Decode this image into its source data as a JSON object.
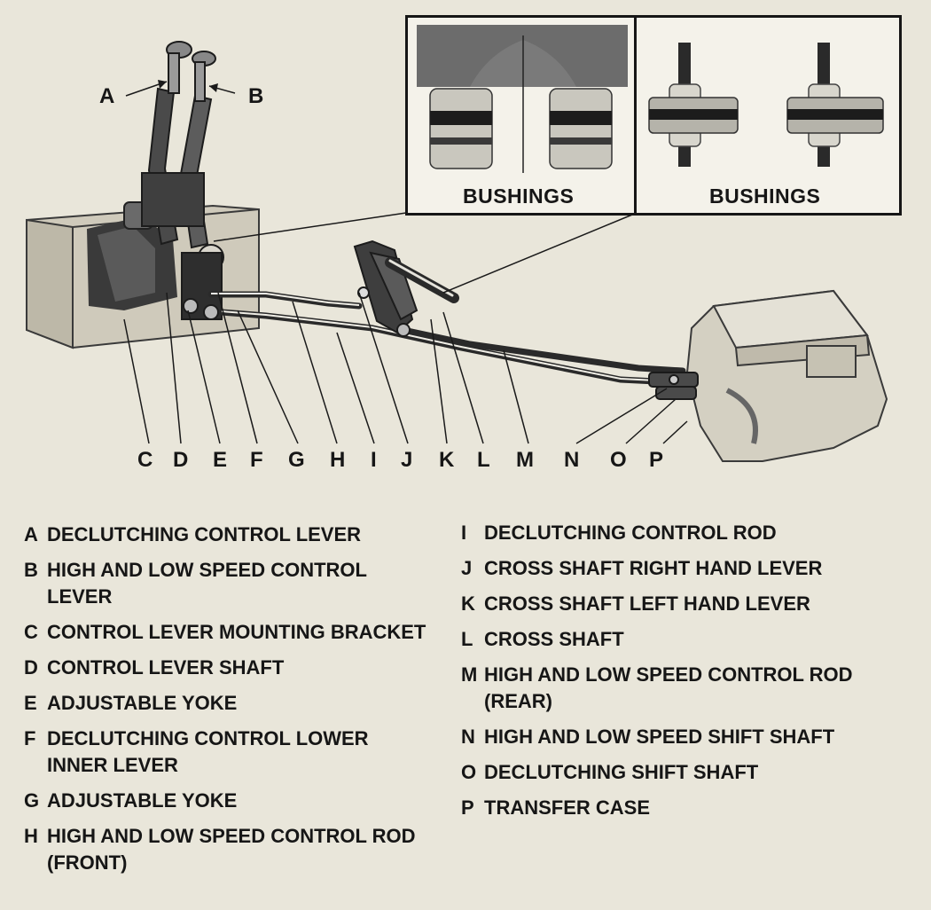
{
  "inset": {
    "label_left": "BUSHINGS",
    "label_right": "BUSHINGS"
  },
  "callouts": {
    "A": "A",
    "B": "B"
  },
  "bottom_letters": [
    "C",
    "D",
    "E",
    "F",
    "G",
    "H",
    "I",
    "J",
    "K",
    "L",
    "M",
    "N",
    "O",
    "P"
  ],
  "legend_left": [
    {
      "key": "A",
      "text": "DECLUTCHING CONTROL LEVER"
    },
    {
      "key": "B",
      "text": "HIGH AND LOW SPEED CONTROL LEVER"
    },
    {
      "key": "C",
      "text": "CONTROL LEVER MOUNTING BRACKET"
    },
    {
      "key": "D",
      "text": "CONTROL LEVER SHAFT"
    },
    {
      "key": "E",
      "text": "ADJUSTABLE YOKE"
    },
    {
      "key": "F",
      "text": "DECLUTCHING CONTROL LOWER INNER LEVER"
    },
    {
      "key": "G",
      "text": "ADJUSTABLE YOKE"
    },
    {
      "key": "H",
      "text": "HIGH AND LOW SPEED CONTROL ROD (FRONT)"
    }
  ],
  "legend_right": [
    {
      "key": "I",
      "text": "DECLUTCHING CONTROL ROD"
    },
    {
      "key": "J",
      "text": "CROSS SHAFT RIGHT HAND LEVER"
    },
    {
      "key": "K",
      "text": "CROSS SHAFT LEFT HAND LEVER"
    },
    {
      "key": "L",
      "text": "CROSS SHAFT"
    },
    {
      "key": "M",
      "text": "HIGH AND LOW SPEED CONTROL ROD (REAR)"
    },
    {
      "key": "N",
      "text": "HIGH AND LOW SPEED SHIFT SHAFT"
    },
    {
      "key": "O",
      "text": "DECLUTCHING SHIFT SHAFT"
    },
    {
      "key": "P",
      "text": "TRANSFER CASE"
    }
  ]
}
